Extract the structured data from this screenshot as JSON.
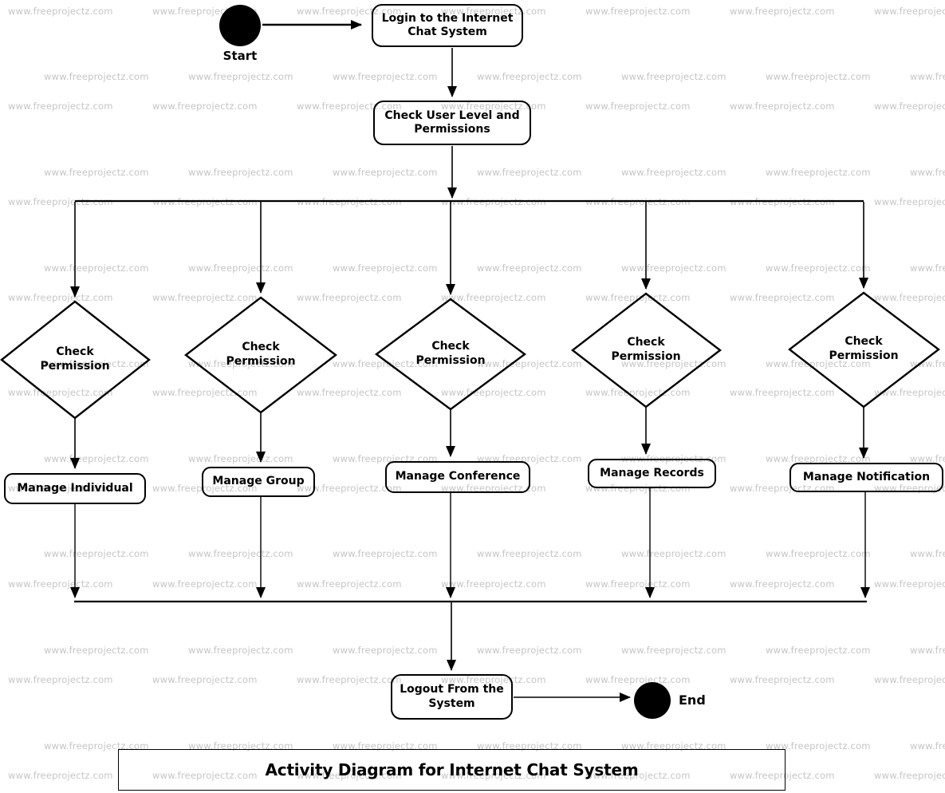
{
  "title": {
    "text": "Activity Diagram for Internet Chat System"
  },
  "watermark": {
    "text": "www.freeprojectz.com"
  },
  "diagram": {
    "start_label": "Start",
    "end_label": "End",
    "login": [
      "Login to the Internet",
      "Chat System"
    ],
    "check_user": [
      "Check User Level and",
      "Permissions"
    ],
    "decision": [
      "Check",
      "Permission"
    ],
    "actions": [
      "Manage Individual",
      "Manage Group",
      "Manage Conference",
      "Manage Records",
      "Manage Notification"
    ],
    "logout": [
      "Logout From the",
      "System"
    ]
  },
  "colors": {
    "line": "#000000",
    "node_fill": "#ffffff",
    "watermark": "#c5c5c5"
  }
}
